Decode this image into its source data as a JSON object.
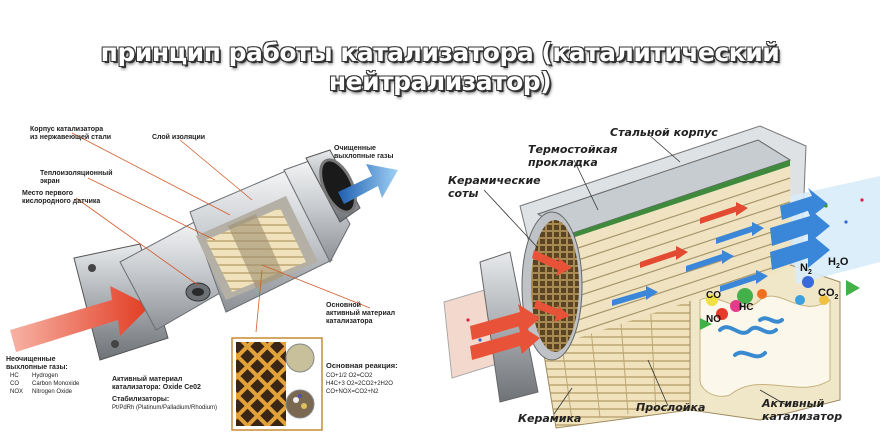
{
  "title": "принцип работы катализатора (каталитический нейтрализатор)",
  "left": {
    "labels": {
      "housing": "Корпус катализатора\nиз нержавеющей стали",
      "insulation_layer": "Слой изоляции",
      "heat_shield": "Теплоизоляционный\nэкран",
      "sensor_place": "Место первого\nкислородного датчика",
      "clean_gases": "Очищенные\nвыхлопные газы",
      "base_material": "Основной\nактивный материал\nкатализатора",
      "raw_gases": "Неочищенные\nвыхлопные газы:",
      "active_material": "Активный материал\nкатализатора: Oxide Ce02",
      "stabilizers": "Стабилизаторы:",
      "stabilizers_value": "Pt/PdRh (Platinum/Palladium/Rhodium)",
      "main_reaction": "Основная реакция:",
      "reactions": "CO+1/2 O2=CO2\nH4C+3 O2=2CO2+2H2O\nCO+NOX=CO2+N2"
    },
    "legend": [
      {
        "code": "HC",
        "name": "Hydrogen"
      },
      {
        "code": "CO",
        "name": "Carbon Monoxide"
      },
      {
        "code": "NOX",
        "name": "Nitrogen Oxide"
      }
    ]
  },
  "right": {
    "labels": {
      "steel_housing": "Стальной корпус",
      "heat_gasket": "Термостойкая\nпрокладка",
      "ceramic_honeycomb": "Керамические\nсоты",
      "ceramic": "Керамика",
      "interlayer": "Прослойка",
      "active_catalyst": "Активный\nкатализатор"
    },
    "molecules": {
      "n2": "N",
      "n2_sub": "2",
      "h2o": "H",
      "h2o_sub": "2",
      "h2o_tail": "O",
      "co": "CO",
      "hc": "HC",
      "no": "NO",
      "co2": "CO",
      "co2_sub": "2"
    }
  },
  "colors": {
    "flow_in": "#e8402a",
    "flow_out": "#2f7fd0",
    "metal": "#b8bcc0",
    "ceramic": "#d9c89a",
    "gasket": "#3f8a3c"
  }
}
